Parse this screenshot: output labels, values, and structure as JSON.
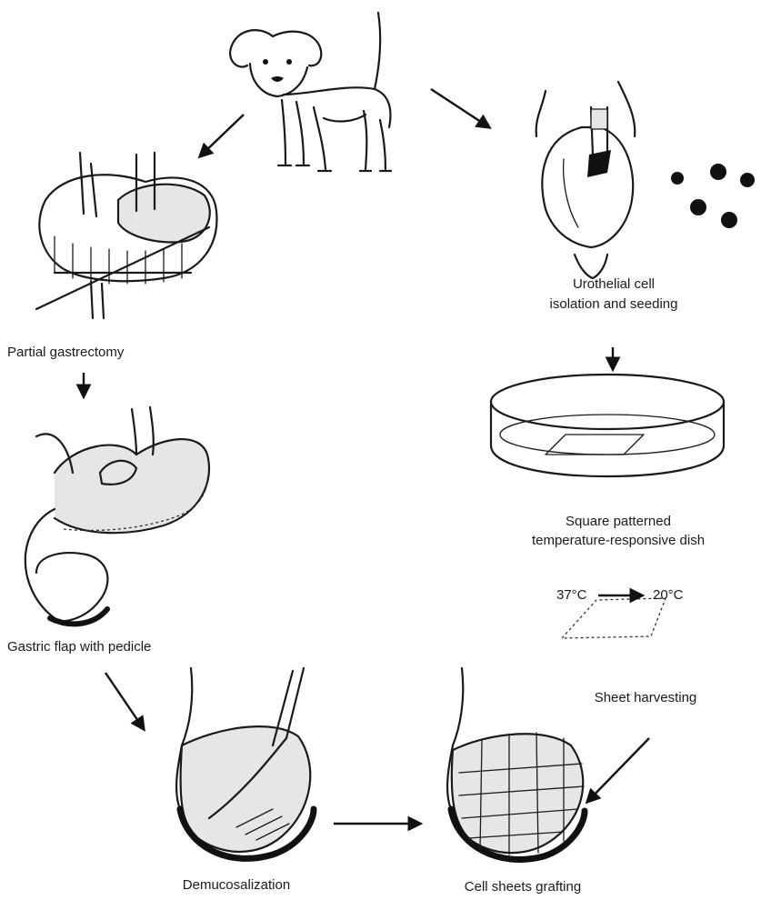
{
  "steps": {
    "partial_gastrectomy": "Partial gastrectomy",
    "gastric_flap": "Gastric flap with pedicle",
    "demucosalization": "Demucosalization",
    "urothelial_line1": "Urothelial cell",
    "urothelial_line2": "isolation and seeding",
    "dish_line1": "Square patterned",
    "dish_line2": "temperature-responsive dish",
    "temp_from": "37°C",
    "temp_to": "20°C",
    "sheet_harvesting": "Sheet harvesting",
    "cell_sheets_grafting": "Cell sheets grafting"
  }
}
